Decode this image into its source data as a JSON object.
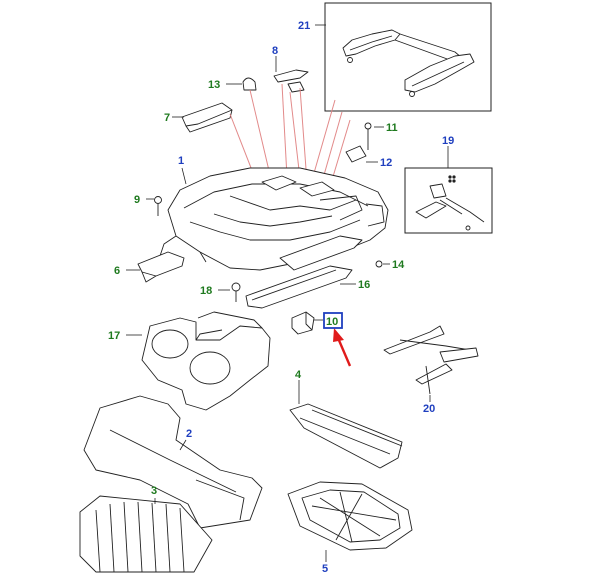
{
  "colors": {
    "label_blue": "#1f3fbf",
    "label_green": "#1f7a1f",
    "highlight_box": "#1f3fbf",
    "arrow_red": "#e01b1b",
    "pink_leader": "#e28a8a",
    "line": "#222222"
  },
  "callouts": {
    "c1": "1",
    "c2": "2",
    "c3": "3",
    "c4": "4",
    "c5": "5",
    "c6": "6",
    "c7": "7",
    "c8": "8",
    "c9": "9",
    "c10": "10",
    "c11": "11",
    "c12": "12",
    "c13": "13",
    "c14": "14",
    "c16": "16",
    "c17": "17",
    "c18": "18",
    "c19": "19",
    "c20": "20",
    "c21": "21"
  },
  "highlighted_part": "10"
}
